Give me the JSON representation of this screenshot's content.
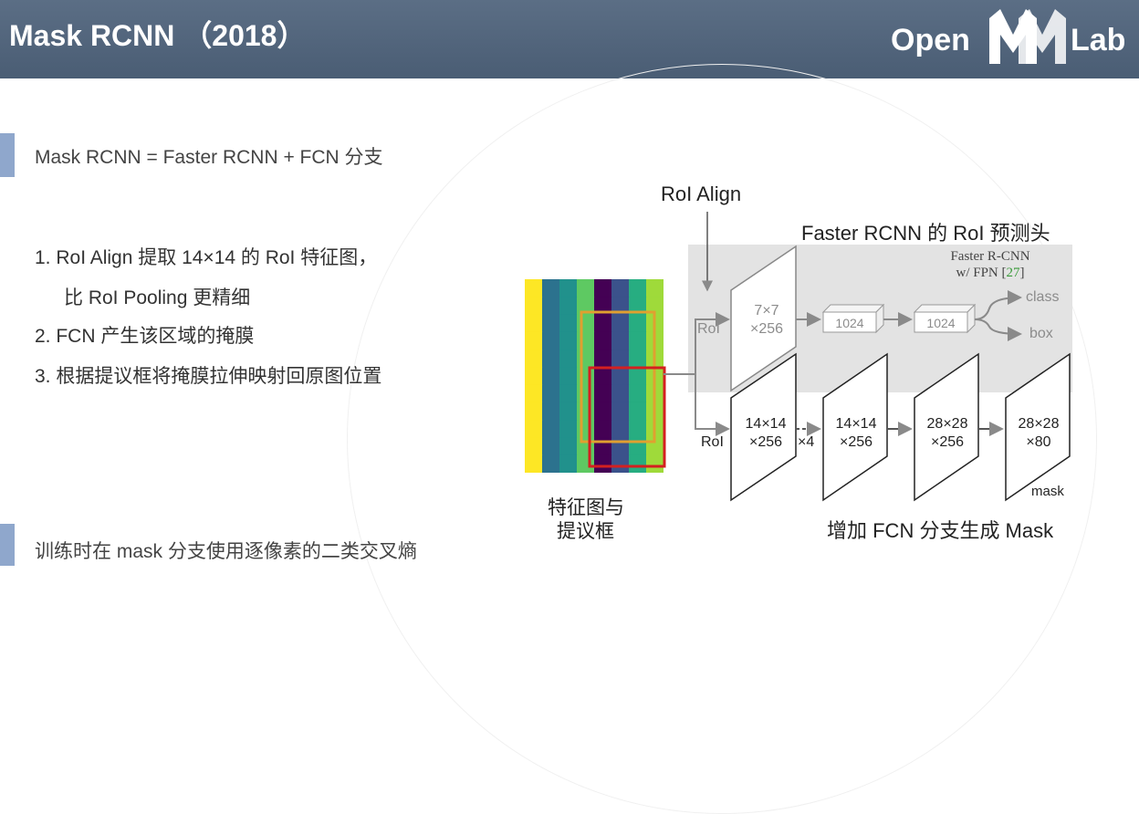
{
  "header": {
    "title": "Mask RCNN （2018）",
    "logo_left": "Open",
    "logo_right": "Lab"
  },
  "points": {
    "summary": "Mask RCNN = Faster RCNN + FCN 分支",
    "items": [
      "1.  RoI Align 提取 14×14 的 RoI 特征图，",
      "比 RoI Pooling 更精细",
      "2.  FCN 产生该区域的掩膜",
      "3.  根据提议框将掩膜拉伸映射回原图位置"
    ],
    "footer": "训练时在 mask 分支使用逐像素的二类交叉熵"
  },
  "diagram": {
    "roi_align_label": "RoI Align",
    "head_title": "Faster RCNN 的 RoI 预测头",
    "ref_line1": "Faster R-CNN",
    "ref_line2_prefix": "w/ FPN [",
    "ref_num": "27",
    "ref_line2_suffix": "]",
    "feature_caption_1": "特征图与",
    "feature_caption_2": "提议框",
    "top_branch": {
      "roi": "RoI",
      "box1_l1": "7×7",
      "box1_l2": "×256",
      "fc1": "1024",
      "fc2": "1024",
      "out1": "class",
      "out2": "box"
    },
    "mask_branch": {
      "roi": "RoI",
      "b1_l1": "14×14",
      "b1_l2": "×256",
      "repeat": "×4",
      "b2_l1": "14×14",
      "b2_l2": "×256",
      "b3_l1": "28×28",
      "b3_l2": "×256",
      "b4_l1": "28×28",
      "b4_l2": "×80",
      "out": "mask"
    },
    "mask_caption": "增加 FCN 分支生成 Mask",
    "colors": {
      "proposal_orange": "#e0a030",
      "proposal_red": "#d42020",
      "panel_grey": "#e3e3e3"
    }
  }
}
